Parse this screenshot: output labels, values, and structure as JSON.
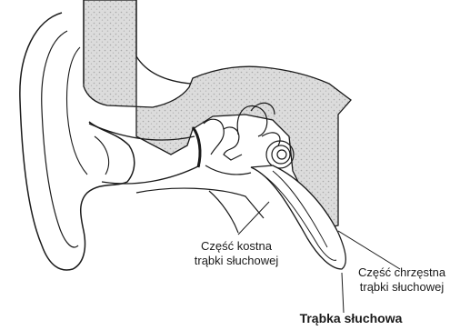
{
  "labels": {
    "bony_part": {
      "line1": "Część kostna",
      "line2": "trąbki słuchowej"
    },
    "cartilaginous_part": {
      "line1": "Część chrzęstna",
      "line2": "trąbki słuchowej"
    },
    "title": "Trąbka słuchowa"
  },
  "colors": {
    "ink": "#1a1a1a",
    "bone_fill": "#d6d6d6",
    "background": "#ffffff"
  }
}
